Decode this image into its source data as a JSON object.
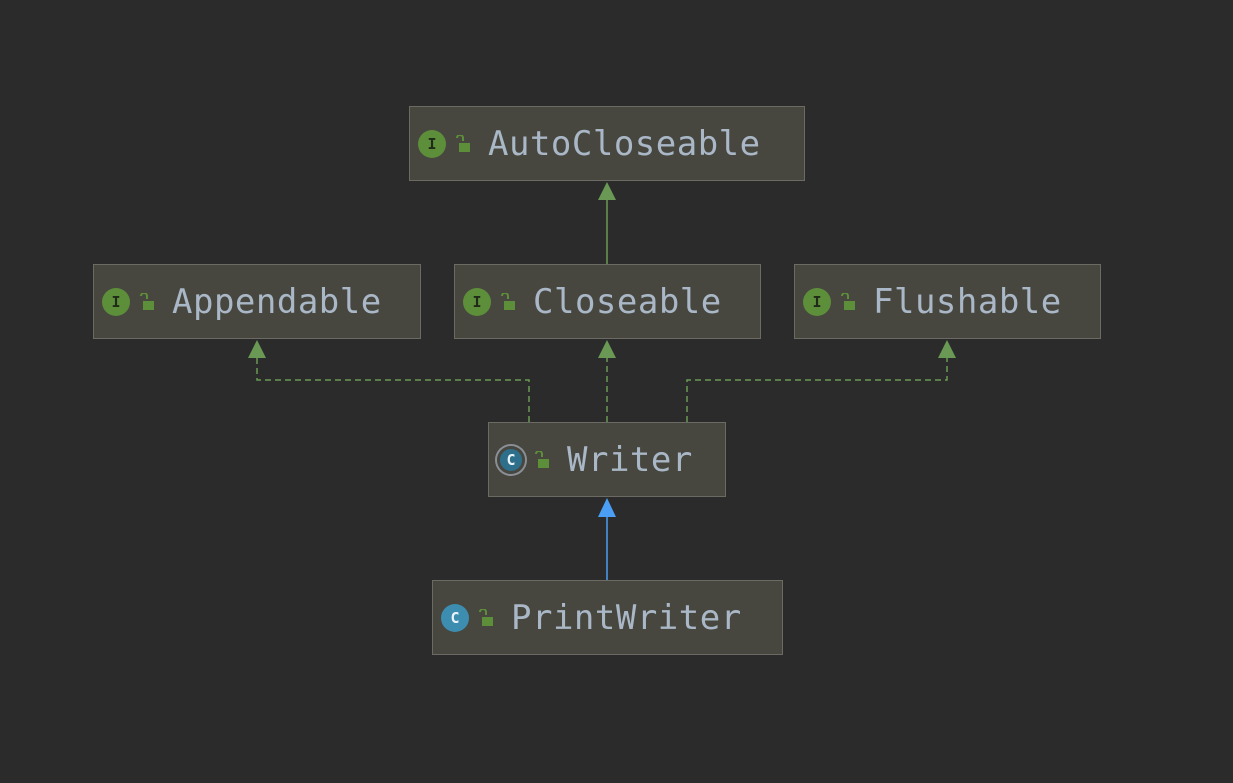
{
  "colors": {
    "background": "#2b2b2b",
    "node_fill": "#474740",
    "node_border": "#6b6b63",
    "text": "#a9b7c6",
    "interface_badge": "#5d8e3a",
    "class_badge": "#3c8db0",
    "extends_edge": "#6a9955",
    "implements_edge": "#6a9955",
    "class_extends_edge": "#4a9ff5"
  },
  "nodes": {
    "autocloseable": {
      "name": "AutoCloseable",
      "kind": "interface",
      "kind_letter": "I",
      "visibility_icon": "unlock-icon"
    },
    "appendable": {
      "name": "Appendable",
      "kind": "interface",
      "kind_letter": "I",
      "visibility_icon": "unlock-icon"
    },
    "closeable": {
      "name": "Closeable",
      "kind": "interface",
      "kind_letter": "I",
      "visibility_icon": "unlock-icon"
    },
    "flushable": {
      "name": "Flushable",
      "kind": "interface",
      "kind_letter": "I",
      "visibility_icon": "unlock-icon"
    },
    "writer": {
      "name": "Writer",
      "kind": "abstract-class",
      "kind_letter": "C",
      "visibility_icon": "unlock-icon"
    },
    "printwriter": {
      "name": "PrintWriter",
      "kind": "class",
      "kind_letter": "C",
      "visibility_icon": "unlock-icon"
    }
  },
  "edges": [
    {
      "from": "Closeable",
      "to": "AutoCloseable",
      "type": "extends",
      "style": "solid"
    },
    {
      "from": "Writer",
      "to": "Appendable",
      "type": "implements",
      "style": "dashed"
    },
    {
      "from": "Writer",
      "to": "Closeable",
      "type": "implements",
      "style": "dashed"
    },
    {
      "from": "Writer",
      "to": "Flushable",
      "type": "implements",
      "style": "dashed"
    },
    {
      "from": "PrintWriter",
      "to": "Writer",
      "type": "extends",
      "style": "solid"
    }
  ]
}
